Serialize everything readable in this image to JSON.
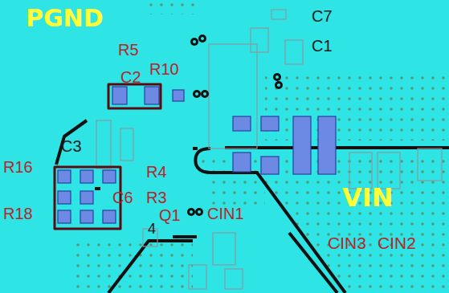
{
  "diagram": {
    "nodes": [
      {
        "text": [
          "PGND"
        ]
      },
      {
        "text": [
          "VIN"
        ]
      }
    ],
    "labels": [
      "C7",
      "C1",
      "R5",
      "R10",
      "C2",
      "C3",
      "R16",
      "R4",
      "R18",
      "C6",
      "R3",
      "Q1",
      "4",
      "CIN1",
      "CIN3",
      "CIN2"
    ]
  }
}
